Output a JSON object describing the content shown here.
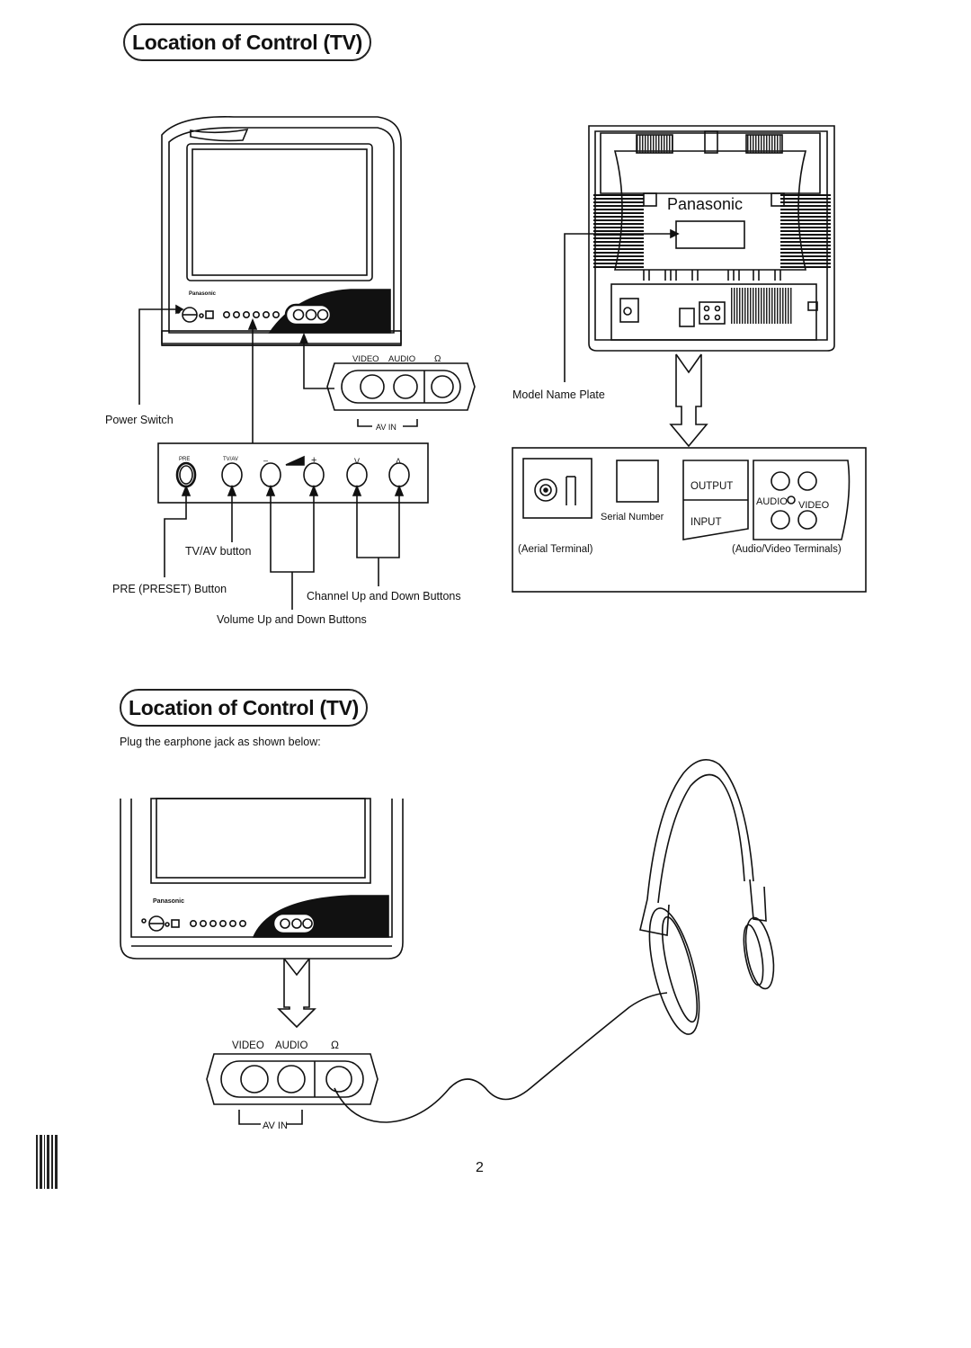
{
  "section1": {
    "title": "Location of Control (TV)"
  },
  "section2": {
    "title": "Location of Control (TV)",
    "instruction": "Plug the earphone jack as shown below:"
  },
  "brand": {
    "front": "Panasonic",
    "rear": "Panasonic"
  },
  "front_labels": {
    "power_switch": "Power Switch",
    "tv_av_button": "TV/AV button",
    "pre_preset_button": "PRE (PRESET) Button",
    "channel_buttons": "Channel Up and Down Buttons",
    "volume_buttons": "Volume Up and Down Buttons"
  },
  "control_panel": {
    "pre": "PRE",
    "tvav": "TV/AV",
    "vol_down": "–",
    "vol_up": "+",
    "ch_down": "V",
    "ch_up": "Λ"
  },
  "av_panel": {
    "video": "VIDEO",
    "audio": "AUDIO",
    "headphone": "Ω",
    "av_in": "AV IN"
  },
  "rear_labels": {
    "model_name_plate": "Model Name Plate",
    "output": "OUTPUT",
    "input": "INPUT",
    "audio": "AUDIO",
    "video": "VIDEO",
    "serial_number": "Serial Number",
    "aerial_terminal": "(Aerial Terminal)",
    "audio_video_terminals": "(Audio/Video Terminals)"
  },
  "page_number": "2"
}
